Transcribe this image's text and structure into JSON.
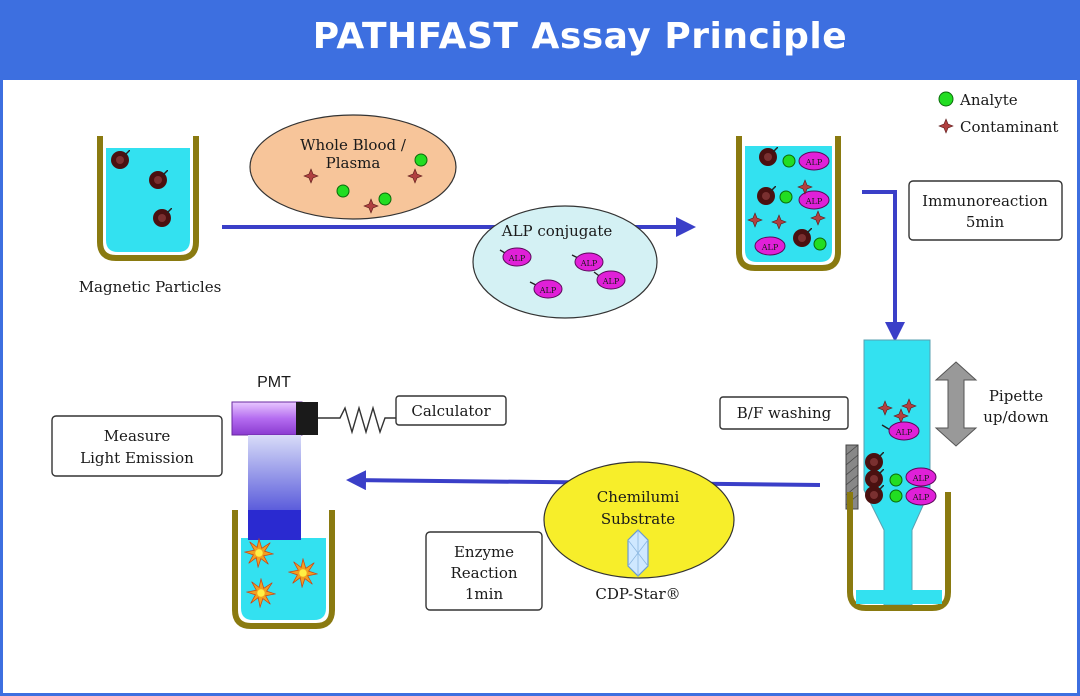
{
  "title": "PATHFAST Assay Principle",
  "legend": {
    "analyte": "Analyte",
    "contaminant": "Contaminant"
  },
  "steps": {
    "magnetic_particles": "Magnetic Particles",
    "whole_blood_line1": "Whole Blood /",
    "whole_blood_line2": "Plasma",
    "alp_conjugate": "ALP conjugate",
    "immunoreaction_line1": "Immunoreaction",
    "immunoreaction_line2": "5min",
    "pipette_line1": "Pipette",
    "pipette_line2": "up/down",
    "bf_washing": "B/F washing",
    "chemilumi_line1": "Chemilumi",
    "chemilumi_line2": "Substrate",
    "cdp_star": "CDP-Star®",
    "enzyme_line1": "Enzyme",
    "enzyme_line2": "Reaction",
    "enzyme_line3": "1min",
    "pmt": "PMT",
    "calculator": "Calculator",
    "measure_line1": "Measure",
    "measure_line2": "Light Emission"
  },
  "alp_label": "ALP",
  "colors": {
    "title_bar": "#3d6fe0",
    "arrow": "#3a3fc8",
    "cup_rim": "#8a7a10",
    "liquid": "#33e1f0",
    "particle": "#4a1010",
    "alp": "#e020d8",
    "analyte": "#22dd22",
    "contaminant": "#b04040",
    "blood_ellipse": "#f7c59a",
    "conjugate_ellipse": "#d4f1f4",
    "substrate_ellipse": "#f7ee2a",
    "pmt_purple": "#b46cf0",
    "flash": "#f0a020"
  }
}
